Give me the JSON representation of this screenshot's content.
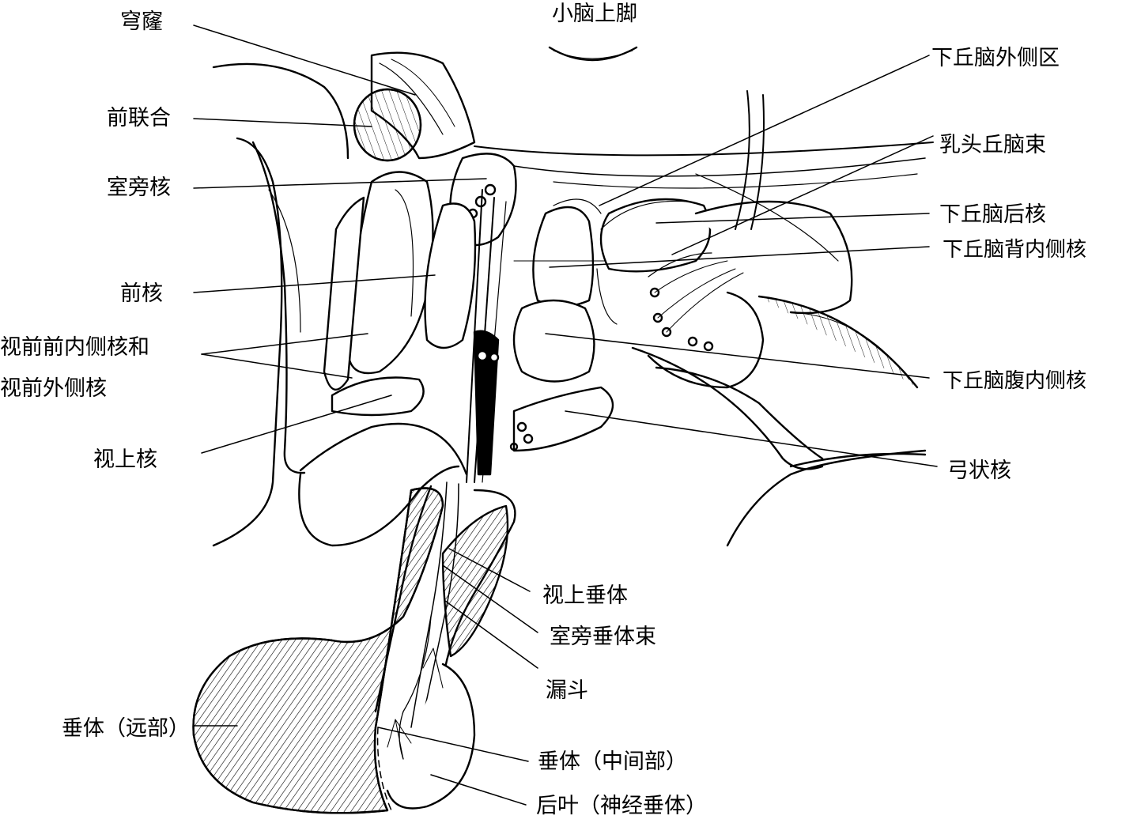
{
  "labels": {
    "fornix": "穹窿",
    "sup_cerebellar_peduncle": "小脑上脚",
    "lateral_hypothalamic_area": "下丘脑外侧区",
    "anterior_commissure": "前联合",
    "mammillothalamic_tract": "乳头丘脑束",
    "paraventricular_nucleus": "室旁核",
    "posterior_hypothalamic_nucleus": "下丘脑后核",
    "dorsomedial_hypothalamic_nucleus": "下丘脑背内侧核",
    "anterior_nucleus": "前核",
    "preoptic_line1": "视前前内侧核和",
    "preoptic_line2": "视前外侧核",
    "ventromedial_hypothalamic_nucleus": "下丘脑腹内侧核",
    "supraoptic_nucleus": "视上核",
    "arcuate_nucleus": "弓状核",
    "supraopticohypophyseal": "视上垂体",
    "paraventriculohypophyseal_tract": "室旁垂体束",
    "infundibulum": "漏斗",
    "hypophysis_distal": "垂体（远部）",
    "hypophysis_intermediate": "垂体（中间部）",
    "posterior_lobe": "后叶（神经垂体）"
  }
}
